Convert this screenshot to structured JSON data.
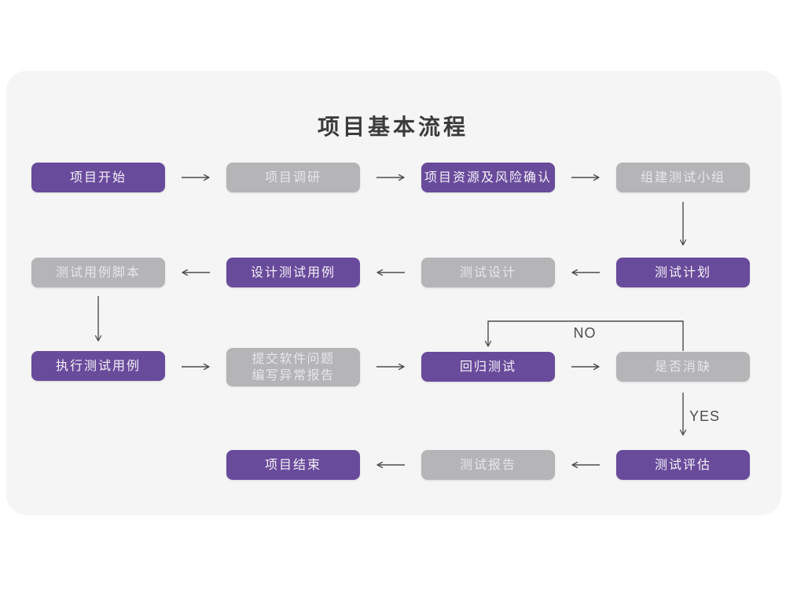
{
  "page": {
    "title": "项目基本流程"
  },
  "decision_labels": {
    "no": "NO",
    "yes": "YES"
  },
  "colors": {
    "background": "#ffffff",
    "card": "#f6f5f6",
    "node_purple": "#694b9b",
    "node_gray": "#b5b4b6",
    "node_text_on_purple": "#f4f1f8",
    "node_text_on_gray": "#e7e6e8",
    "arrow": "#4d4d4d",
    "title_text": "#3b3b3b"
  },
  "nodes": [
    {
      "id": "project-start",
      "label": "项目开始",
      "variant": "purple"
    },
    {
      "id": "project-research",
      "label": "项目调研",
      "variant": "gray"
    },
    {
      "id": "resources-risk",
      "label": "项目资源及风险确认",
      "variant": "purple"
    },
    {
      "id": "build-test-team",
      "label": "组建测试小组",
      "variant": "gray"
    },
    {
      "id": "test-plan",
      "label": "测试计划",
      "variant": "purple"
    },
    {
      "id": "test-design",
      "label": "测试设计",
      "variant": "gray"
    },
    {
      "id": "design-test-cases",
      "label": "设计测试用例",
      "variant": "purple"
    },
    {
      "id": "test-case-scripts",
      "label": "测试用例脚本",
      "variant": "gray"
    },
    {
      "id": "execute-test-cases",
      "label": "执行测试用例",
      "variant": "purple"
    },
    {
      "id": "submit-issues",
      "label": "提交软件问题",
      "label2": "编写异常报告",
      "variant": "gray"
    },
    {
      "id": "regression-test",
      "label": "回归测试",
      "variant": "purple"
    },
    {
      "id": "defect-cleared",
      "label": "是否消缺",
      "variant": "gray"
    },
    {
      "id": "test-evaluation",
      "label": "测试评估",
      "variant": "purple"
    },
    {
      "id": "test-report",
      "label": "测试报告",
      "variant": "gray"
    },
    {
      "id": "project-end",
      "label": "项目结束",
      "variant": "purple"
    }
  ]
}
